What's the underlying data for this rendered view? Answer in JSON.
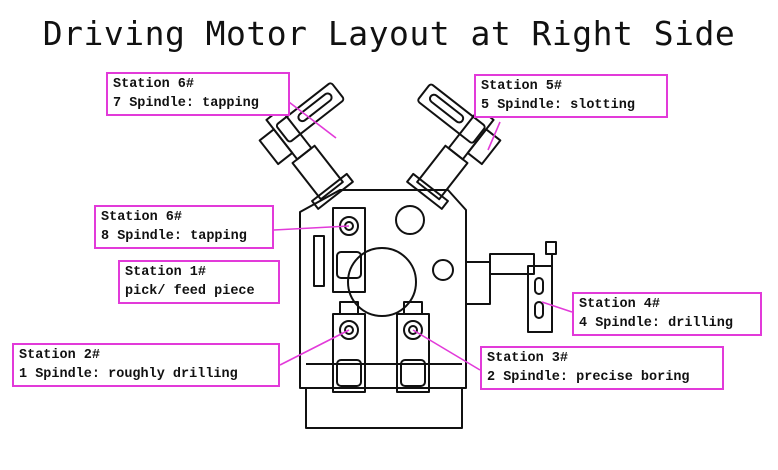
{
  "title": "Driving Motor Layout at Right Side",
  "colors": {
    "callout_border": "#e23ad9",
    "leader_line": "#e23ad9",
    "drawing": "#111111"
  },
  "callouts": [
    {
      "id": "station6_top",
      "line1": "Station 6#",
      "line2": "7 Spindle: tapping"
    },
    {
      "id": "station5",
      "line1": "Station 5#",
      "line2": "5 Spindle: slotting"
    },
    {
      "id": "station6_mid",
      "line1": "Station 6#",
      "line2": "8 Spindle: tapping"
    },
    {
      "id": "station1",
      "line1": "Station 1#",
      "line2": "pick/ feed piece"
    },
    {
      "id": "station4",
      "line1": "Station 4#",
      "line2": "4 Spindle: drilling"
    },
    {
      "id": "station2",
      "line1": "Station 2#",
      "line2": "1 Spindle: roughly drilling"
    },
    {
      "id": "station3",
      "line1": "Station 3#",
      "line2": "2 Spindle: precise boring"
    }
  ]
}
